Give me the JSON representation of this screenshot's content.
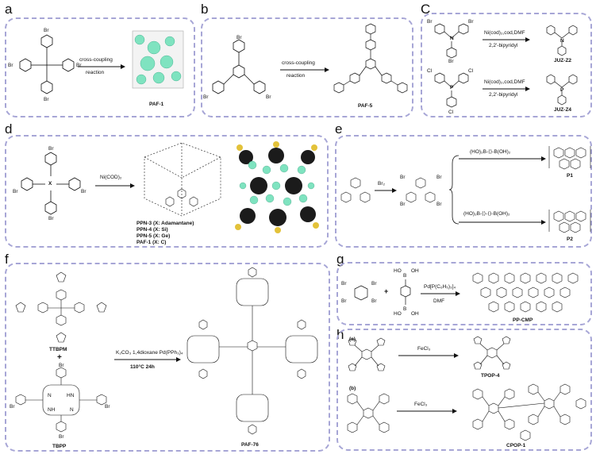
{
  "panels": {
    "a": {
      "label": "a",
      "reaction": [
        "cross-coupling",
        "reaction"
      ],
      "product": "PAF-1",
      "atoms": [
        "Br",
        "Br",
        "Br",
        "Br"
      ]
    },
    "b": {
      "label": "b",
      "reaction": [
        "cross-coupling",
        "reaction"
      ],
      "product": "PAF-5",
      "atoms": [
        "Br",
        "Br",
        "Br"
      ]
    },
    "c": {
      "label": "C",
      "reaction1": [
        "Ni(cod)₂,cod,DMF",
        "2,2'-bipyridyl"
      ],
      "product1": "JUZ-Z2",
      "reaction2": [
        "Ni(cod)₂,cod,DMF",
        "2,2'-bipyridyl"
      ],
      "product2": "JUZ-Z4",
      "atoms": [
        "Br",
        "N",
        "Br",
        "Br",
        "Cl",
        "P",
        "Cl",
        "Cl",
        "N",
        "P"
      ]
    },
    "d": {
      "label": "d",
      "reagent": "Ni(COD)₂",
      "center_atom": "X",
      "list": [
        "PPN-3 (X: Adamantane)",
        "PPN-4 (X: Si)",
        "PPN-5 (X: Ge)",
        "PAF-1 (X: C)"
      ],
      "atoms": [
        "Br",
        "Br",
        "Br",
        "Br"
      ]
    },
    "e": {
      "label": "e",
      "reagent1": "Br₂",
      "boronic1": "(HO)₂B-⟨⟩-B(OH)₂",
      "boronic2": "(HO)₂B-⟨⟩-⟨⟩-B(OH)₂",
      "product1": "P1",
      "product2": "P2",
      "atoms": [
        "Br",
        "Br",
        "Br",
        "Br"
      ]
    },
    "f": {
      "label": "f",
      "monomer1": "TTBPM",
      "plus": "+",
      "monomer2": "TBPP",
      "reaction": [
        "K₂CO₃ 1,4dioxane Pd(PPh₃)₄",
        "110°C 24h"
      ],
      "product": "PAF-76",
      "atoms": [
        "Br",
        "Br",
        "Br",
        "Br",
        "N",
        "HN",
        "NH",
        "N"
      ]
    },
    "g": {
      "label": "g",
      "plus": "+",
      "reaction": [
        "Pd[P(C₆H₅)₃]₄",
        "DMF"
      ],
      "product": "PP-CMP",
      "atoms": [
        "Br",
        "Br",
        "Br",
        "Br",
        "OH",
        "B",
        "HO",
        "OH",
        "B",
        "HO"
      ]
    },
    "h": {
      "label": "h",
      "sub_a": "(a)",
      "sub_b": "(b)",
      "reagent_a": "FeCl₃",
      "reagent_b": "FeCl₃",
      "product_a": "TPOP-4",
      "product_b": "CPOP-1"
    }
  },
  "colors": {
    "panel_border": "#a7a6d6",
    "framework_cyan": "#7fe3c0",
    "framework_dark": "#1b1b1b",
    "framework_yellow": "#e3c23a"
  }
}
